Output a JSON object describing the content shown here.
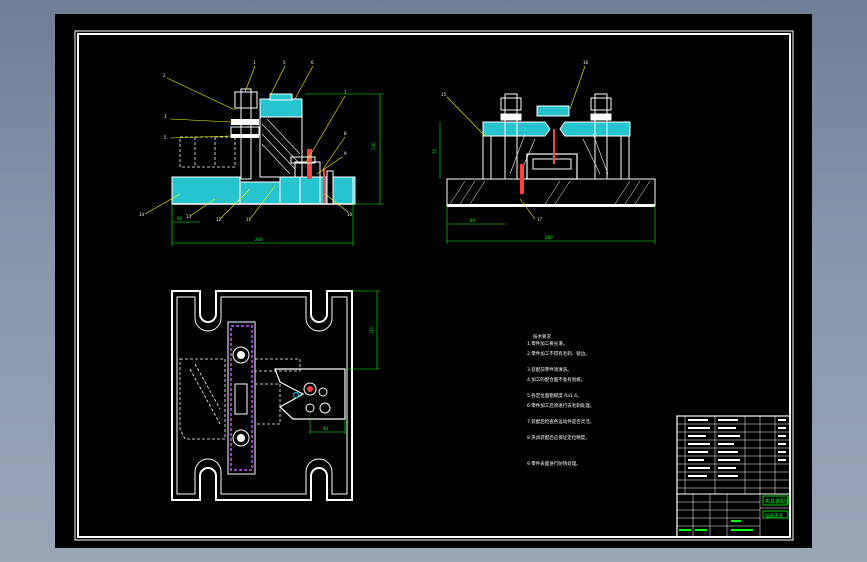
{
  "colors": {
    "background_top": "#6f7f95",
    "viewport": "#000000",
    "line": "#ffffff",
    "section_fill": "#25c4cf",
    "dimension": "#00ff00",
    "leader": "#ffff00",
    "highlight": "#ff4040",
    "hatch_purple": "#9a3cc8",
    "cyan_accent": "#00d8e8"
  },
  "drawing": {
    "part_numbers_front": [
      "1",
      "2",
      "3",
      "4",
      "5",
      "6",
      "7",
      "8",
      "9",
      "10",
      "11",
      "12",
      "13",
      "14"
    ],
    "part_numbers_side": [
      "15",
      "16",
      "17"
    ],
    "notes_title": "技术要求",
    "notes": [
      "1.零件加工要光滑。",
      "2.零件加工不得有毛刺、锐边。",
      "3.装配前零件须清洗。",
      "4.加工的配合面不准有划痕。",
      "5.各定位面粗糙度 Ra1.6。",
      "6.零件加工后须进行去毛刺处理。",
      "7.装配后检查各运动件是否灵活。",
      "8.夹具装配后应保证定位精度。",
      "9.零件表面进行防锈处理。"
    ],
    "title_block": {
      "title": "夹具装配图",
      "subtitle": "钻床夹具"
    }
  }
}
